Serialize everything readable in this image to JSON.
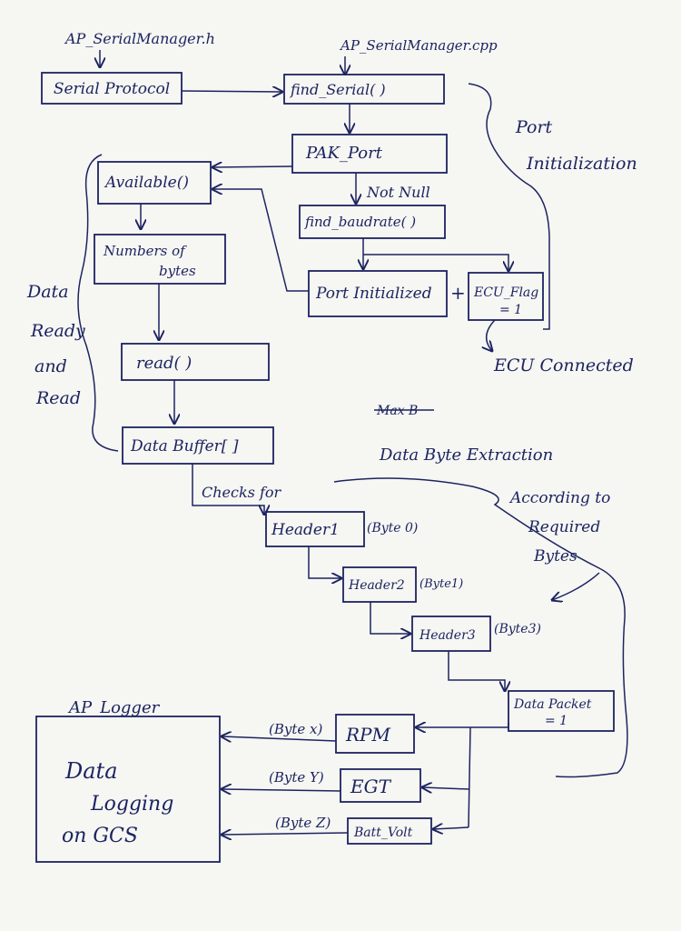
{
  "file_labels": {
    "header_file": "AP_SerialManager.h",
    "cpp_file": "AP_SerialManager.cpp",
    "logger": "AP_Logger"
  },
  "nodes": {
    "serial_protocol": "Serial Protocol",
    "find_serial": "find_Serial(     )",
    "pak_port": "PAK_Port",
    "available": "Available()",
    "find_baudrate": "find_baudrate(  )",
    "number_of_bytes": [
      "Numbers of",
      "bytes"
    ],
    "port_initialized": "Port Initialized",
    "ecu_flag": [
      "ECU_Flag",
      "= 1"
    ],
    "read": "read(  )",
    "data_buffer": "Data Buffer[ ]",
    "header1": "Header1",
    "header2": "Header2",
    "header3": "Header3",
    "data_packet": [
      "Data Packet",
      "= 1"
    ],
    "rpm": "RPM",
    "egt": "EGT",
    "batt_volt": "Batt_Volt",
    "data_logging": [
      "Data",
      "Logging",
      "on GCS"
    ]
  },
  "annotations": {
    "not_null": "Not Null",
    "plus": "+",
    "ecu_connected": "ECU Connected",
    "port_initialization": [
      "Port",
      "Initialization"
    ],
    "data_ready_and_read": [
      "Data",
      "Ready",
      "and",
      "Read"
    ],
    "struck_word": "Max B",
    "data_byte_extraction": [
      "Data  Byte  Extraction",
      "According to",
      "Required",
      "Bytes"
    ],
    "checks_for": "Checks for",
    "byte0": "(Byte 0)",
    "byte1": "(Byte1)",
    "byte3": "(Byte3)",
    "byte_x": "(Byte x)",
    "byte_y": "(Byte Y)",
    "byte_z": "(Byte Z)"
  }
}
